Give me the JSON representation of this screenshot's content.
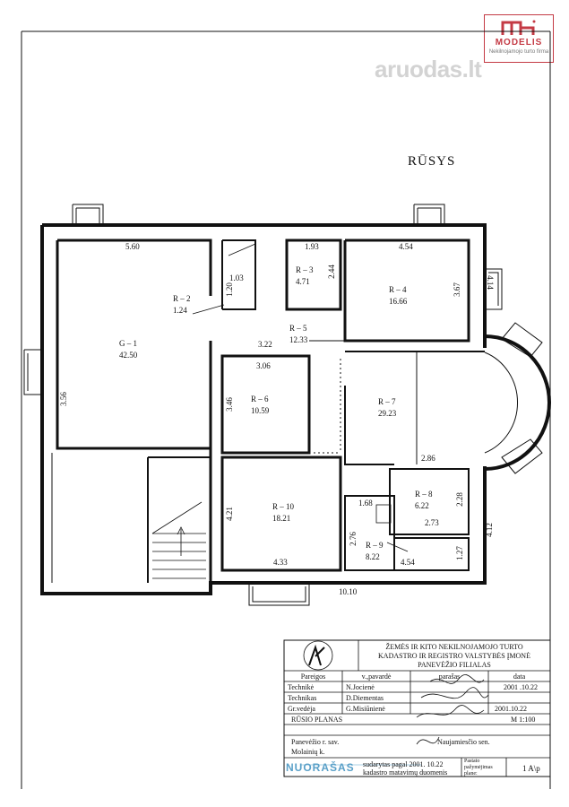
{
  "branding": {
    "logo_name": "MODELIS",
    "logo_tagline": "Nekilnojamojo turto firma",
    "logo_color": "#c43a44",
    "watermark": "aruodas.lt"
  },
  "plan": {
    "title": "RŪSYS",
    "rooms": [
      {
        "code": "G – 1",
        "area": "42.50"
      },
      {
        "code": "R – 2",
        "area": "1.24"
      },
      {
        "code": "R – 3",
        "area": "4.71"
      },
      {
        "code": "R – 4",
        "area": "16.66"
      },
      {
        "code": "R – 5",
        "area": "12.33"
      },
      {
        "code": "R – 6",
        "area": "10.59"
      },
      {
        "code": "R – 7",
        "area": "29.23"
      },
      {
        "code": "R – 8",
        "area": "6.22"
      },
      {
        "code": "R – 9",
        "area": "8.22"
      },
      {
        "code": "R – 10",
        "area": "18.21"
      }
    ],
    "dimensions": [
      "5.60",
      "1.93",
      "4.54",
      "1.03",
      "1.20",
      "2.44",
      "3.67",
      "4.14",
      "3.22",
      "3.06",
      "3.56",
      "3.46",
      "2.86",
      "1.68",
      "2.28",
      "2.73",
      "4.21",
      "2.76",
      "4.12",
      "1.27",
      "4.33",
      "4.54",
      "10.10"
    ]
  },
  "title_block": {
    "org_line1": "ŽEMĖS IR KITO NEKILNOJAMOJO TURTO",
    "org_line2": "KADASTRO IR REGISTRO VALSTYBĖS ĮMONĖ",
    "org_line3": "PANEVĖŽIO FILIALAS",
    "headers": [
      "Pareigos",
      "v.,pavardė",
      "parašas",
      "data"
    ],
    "rows": [
      {
        "role": "Technikė",
        "name": "N.Jocienė",
        "date": "2001 .10.22"
      },
      {
        "role": "Technikas",
        "name": "D.Diementas",
        "date": ""
      },
      {
        "role": "Gr.vedėja",
        "name": "G.Misiūnienė",
        "date": "2001.10.22"
      }
    ],
    "plan_name": "RŪSIO PLANAS",
    "scale": "M 1:100",
    "address_line1": "Panevėžio r. sav.",
    "address_line2": "Molainių k.",
    "street": "Naujamiesčio sen.",
    "nuorasas": "NUORAŠAS",
    "compiled_line1": "sudarytas pagal  2001. 10.22",
    "compiled_line2": "kadastro matavimų duomenis",
    "building_label_1": "Pastato",
    "building_label_2": "pažymėjimas",
    "building_label_3": "plane:",
    "building_code": "1 A\\p"
  }
}
